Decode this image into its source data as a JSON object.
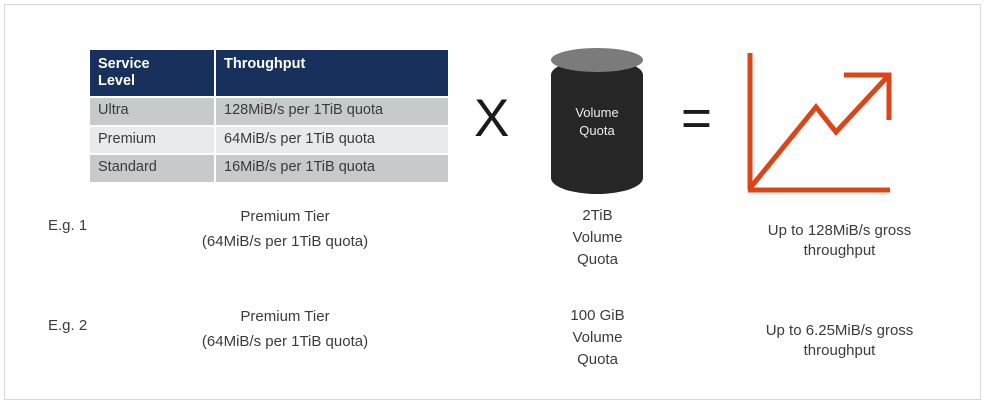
{
  "table": {
    "headers": [
      "Service Level",
      "Throughput"
    ],
    "header_lines": [
      [
        "Service",
        "Level"
      ],
      [
        "Throughput"
      ]
    ],
    "rows": [
      {
        "level": "Ultra",
        "throughput": "128MiB/s per 1TiB quota"
      },
      {
        "level": "Premium",
        "throughput": "64MiB/s per 1TiB quota"
      },
      {
        "level": "Standard",
        "throughput": "16MiB/s per 1TiB quota"
      }
    ]
  },
  "operators": {
    "multiply": "X",
    "equals": "="
  },
  "cylinder": {
    "line1": "Volume",
    "line2": "Quota",
    "body_color": "#262626",
    "top_color": "#7b7b7b"
  },
  "chart_icon": {
    "name": "upward-trend-chart-icon",
    "color": "#dd4518"
  },
  "examples": [
    {
      "label": "E.g. 1",
      "tier_line1": "Premium Tier",
      "tier_line2": "(64MiB/s per 1TiB quota)",
      "quota_line1": "2TiB",
      "quota_line2": "Volume",
      "quota_line3": "Quota",
      "result_line1": "Up to 128MiB/s gross",
      "result_line2": "throughput"
    },
    {
      "label": "E.g. 2",
      "tier_line1": "Premium Tier",
      "tier_line2": "(64MiB/s per 1TiB quota)",
      "quota_line1": "100 GiB",
      "quota_line2": "Volume",
      "quota_line3": "Quota",
      "result_line1": "Up to 6.25MiB/s gross",
      "result_line2": "throughput"
    }
  ],
  "theme": {
    "header_navy": "#17305c",
    "row_dark": "#c7cacd",
    "row_light": "#e8eaec",
    "accent_orange": "#dd4518",
    "text_gray": "#3b3b3b",
    "frame_border": "#d5d7d9"
  }
}
